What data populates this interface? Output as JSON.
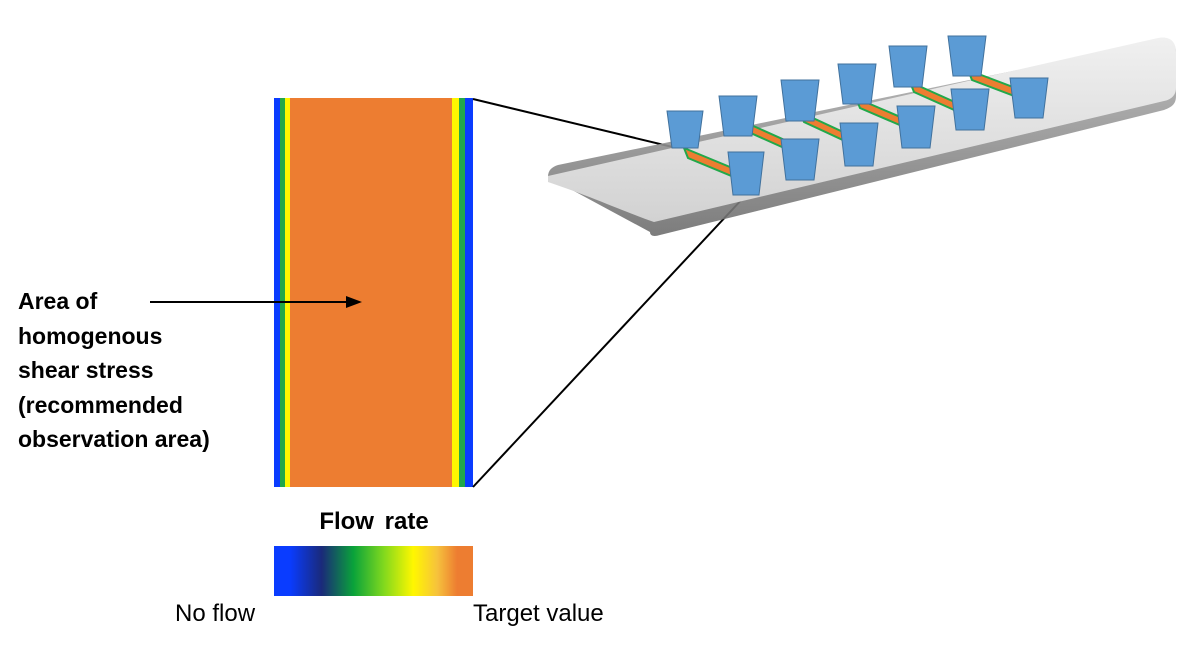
{
  "annotation": {
    "lines": [
      "Area of",
      "homogenous",
      "shear stress",
      "(recommended",
      "observation area)"
    ]
  },
  "legend": {
    "title": "Flow rate",
    "min_label": "No flow",
    "max_label": "Target value"
  },
  "colors": {
    "target_orange": "#ed7d31",
    "no_flow_blue": "#0a3cff",
    "inlet_blue": "#5b9bd5",
    "channel_green": "#22a84a",
    "mid_yellow": "#fff700",
    "slide_gray": "#dcdcdc"
  }
}
